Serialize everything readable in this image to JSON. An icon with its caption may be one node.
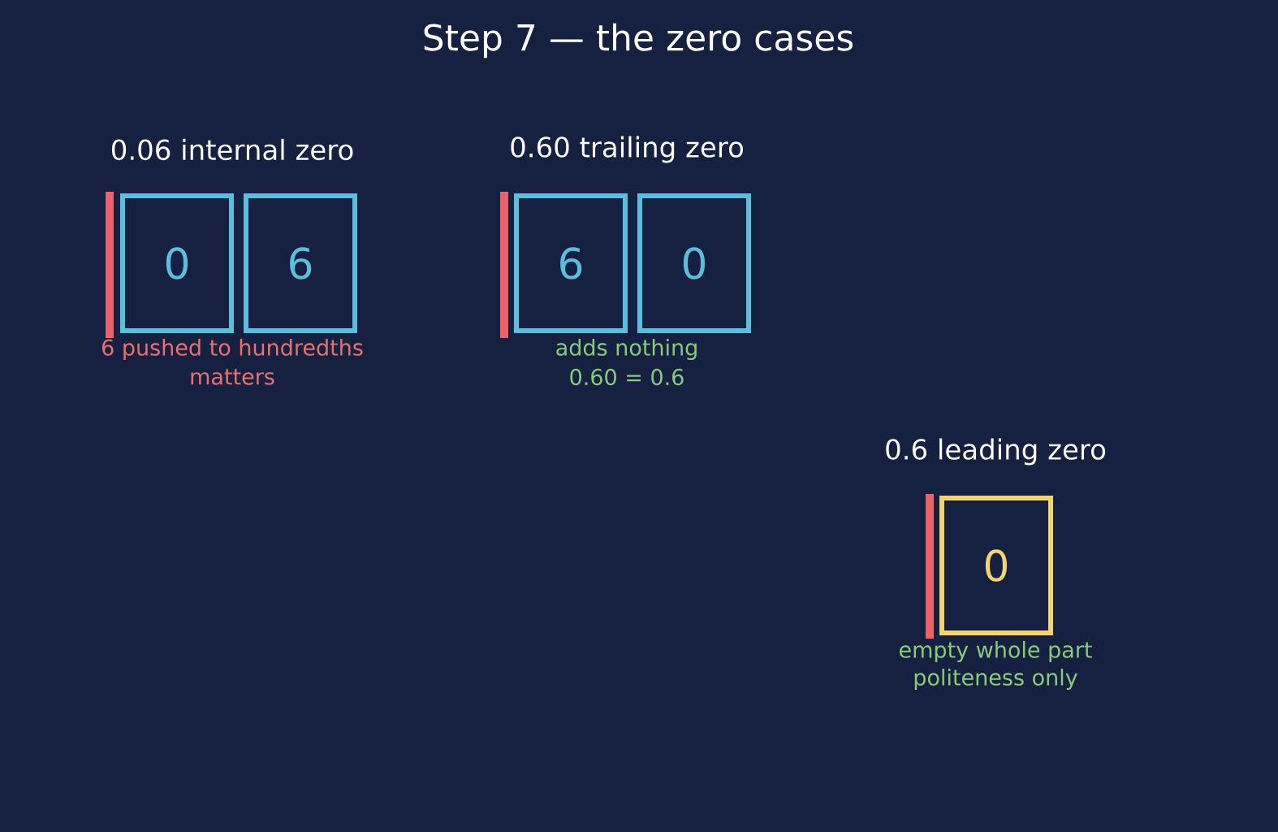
{
  "diagram": {
    "title": "Step 7 — the zero cases",
    "nodes": [
      {
        "text": [
          "0"
        ]
      },
      {
        "text": [
          "6"
        ]
      },
      {
        "text": [
          "6"
        ]
      },
      {
        "text": [
          "0"
        ]
      },
      {
        "text": [
          "0"
        ]
      }
    ],
    "labels": [
      "0.06 internal zero",
      "0.60 trailing zero",
      "6 pushed to hundredths",
      "matters",
      "adds nothing",
      "0.60 = 0.6",
      "0.6 leading zero",
      "empty whole part",
      "politeness only"
    ]
  }
}
